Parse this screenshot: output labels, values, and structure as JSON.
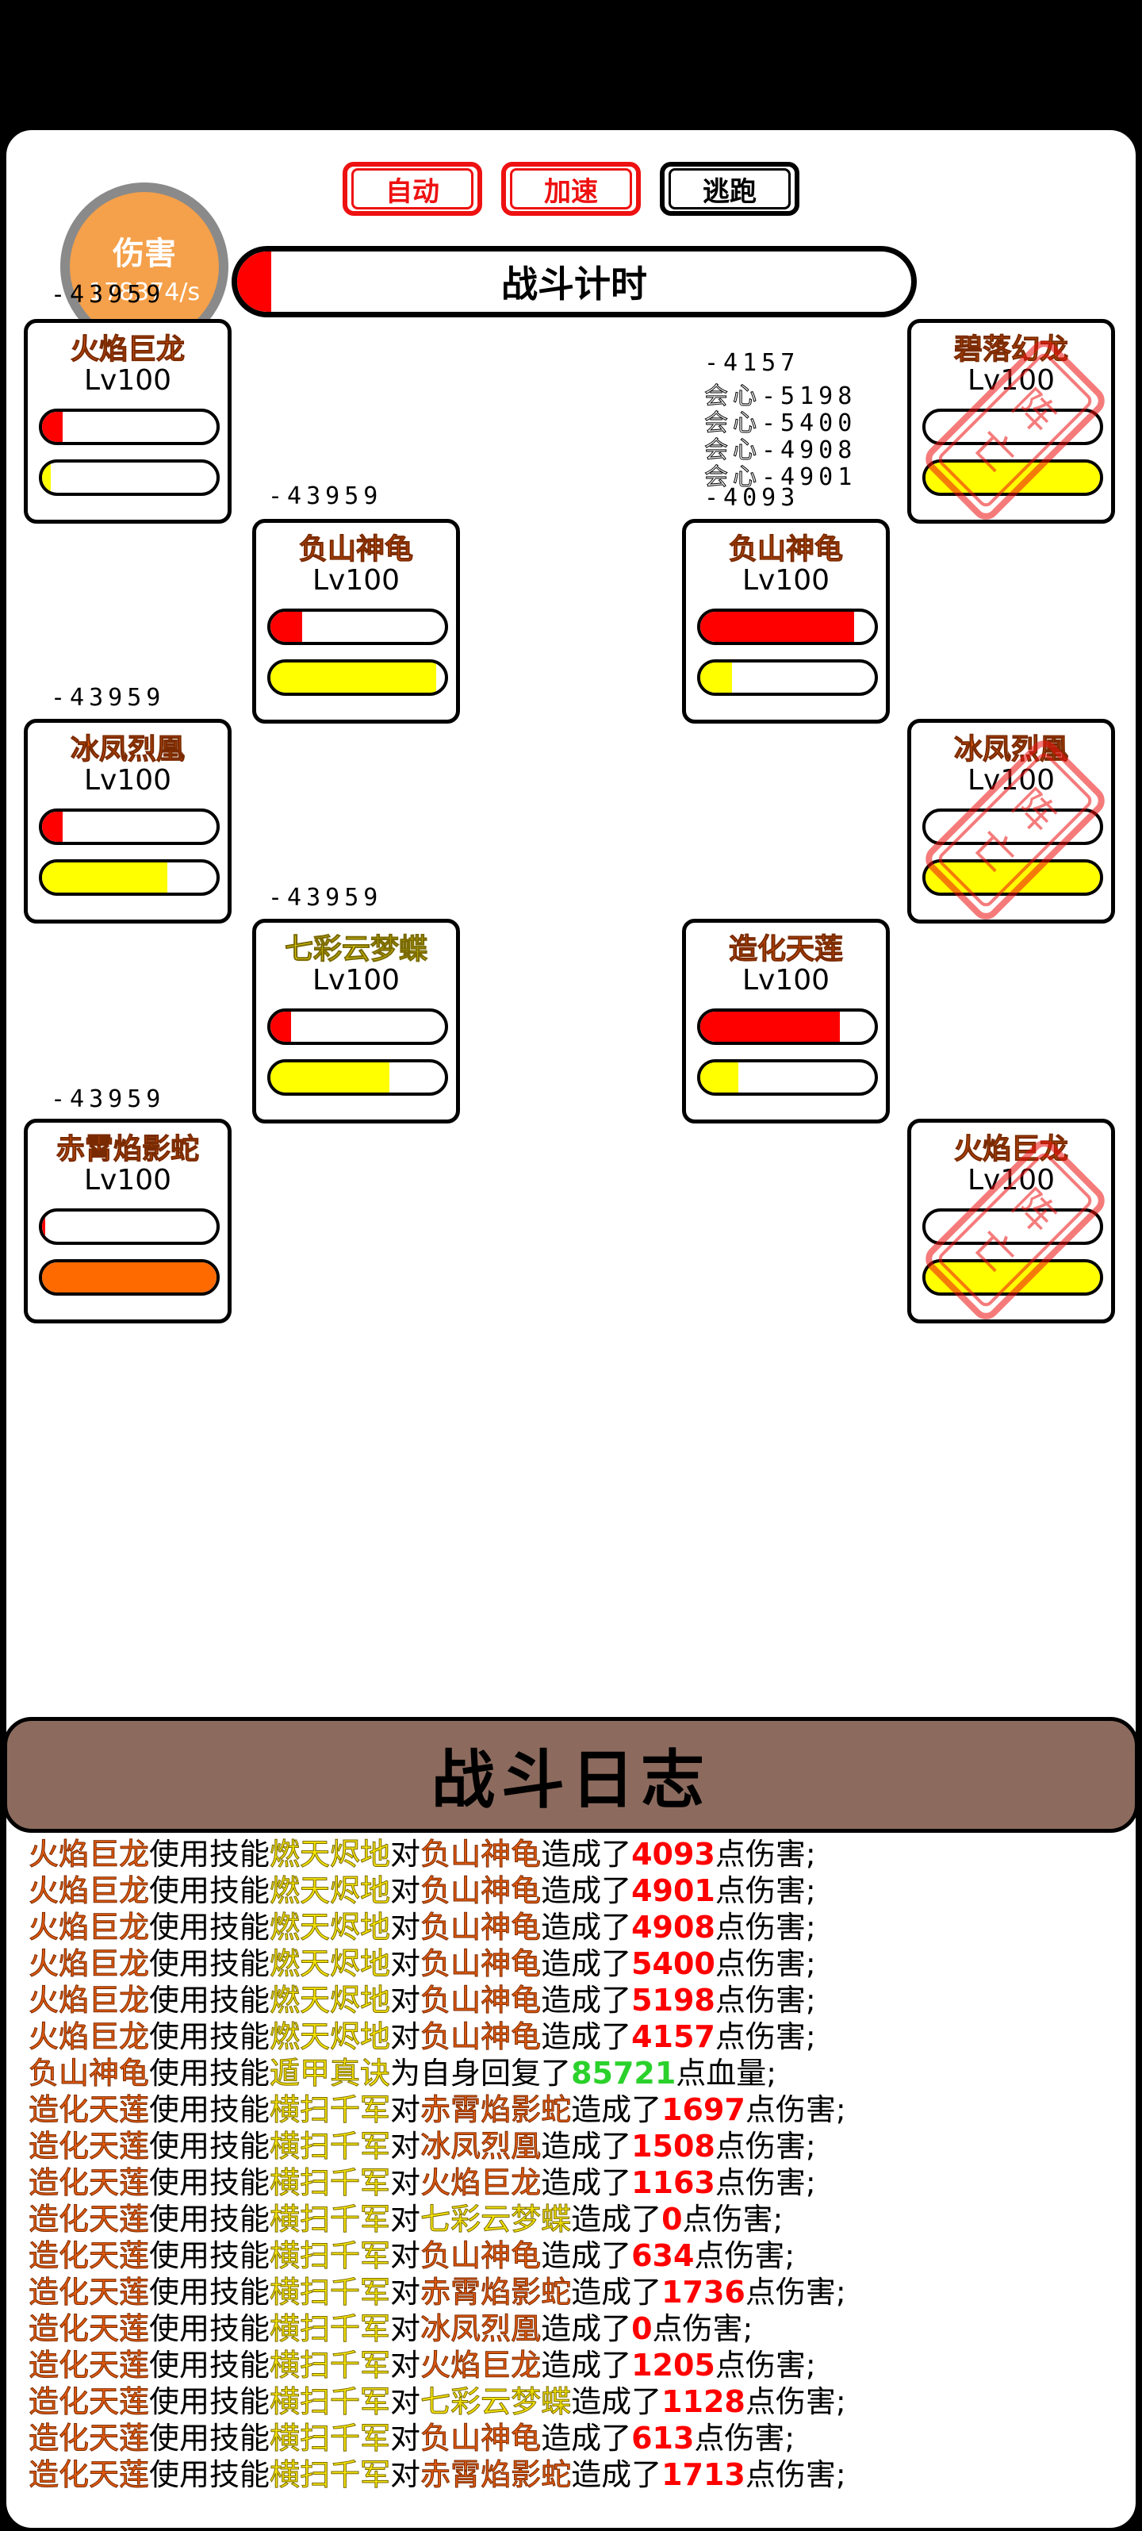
{
  "controls": {
    "auto": "自动",
    "speed": "加速",
    "flee": "逃跑"
  },
  "timer": {
    "label": "战斗计时",
    "progress": 0.05
  },
  "damage": {
    "title": "伤害",
    "rate": "178374/s"
  },
  "stamp_char": "阵亡",
  "left_team": [
    {
      "name": "火焰巨龙",
      "level": "Lv100",
      "hp": 0.12,
      "energy": 0.05,
      "float": "-43959",
      "name_color": "orange"
    },
    {
      "name": "负山神龟",
      "level": "Lv100",
      "hp": 0.18,
      "energy": 0.95,
      "float": "-43959",
      "name_color": "orange"
    },
    {
      "name": "冰凤烈凰",
      "level": "Lv100",
      "hp": 0.12,
      "energy": 0.72,
      "float": "-43959",
      "name_color": "orange"
    },
    {
      "name": "七彩云梦蝶",
      "level": "Lv100",
      "hp": 0.12,
      "energy": 0.68,
      "float": "-43959",
      "name_color": "yellow"
    },
    {
      "name": "赤霄焰影蛇",
      "level": "Lv100",
      "hp": 0.02,
      "energy": 1.0,
      "float": "-43959",
      "name_color": "orange",
      "energy_color": "orange"
    }
  ],
  "right_team": [
    {
      "name": "碧落幻龙",
      "level": "Lv100",
      "hp": 0.0,
      "energy": 1.0,
      "dead": true,
      "name_color": "orange"
    },
    {
      "name": "负山神龟",
      "level": "Lv100",
      "hp": 0.88,
      "energy": 0.18,
      "dead": false,
      "name_color": "orange"
    },
    {
      "name": "冰凤烈凰",
      "level": "Lv100",
      "hp": 0.0,
      "energy": 1.0,
      "dead": true,
      "name_color": "orange"
    },
    {
      "name": "造化天莲",
      "level": "Lv100",
      "hp": 0.8,
      "energy": 0.22,
      "dead": false,
      "name_color": "orange"
    },
    {
      "name": "火焰巨龙",
      "level": "Lv100",
      "hp": 0.0,
      "energy": 1.0,
      "dead": true,
      "name_color": "orange"
    }
  ],
  "floating_numbers": {
    "plain_top": "-4157",
    "crits": [
      {
        "label": "会心",
        "value": "-5198"
      },
      {
        "label": "会心",
        "value": "-5400"
      },
      {
        "label": "会心",
        "value": "-4908"
      },
      {
        "label": "会心",
        "value": "-4901"
      }
    ],
    "plain_bottom": "-4093"
  },
  "log_title": "战斗日志",
  "log_words": {
    "use": "使用技能",
    "to": "对",
    "cause": "造成了",
    "dmg": "点伤害;",
    "heal_self": "为自身回复了",
    "hp_unit": "点血量;"
  },
  "log": [
    {
      "actor": "火焰巨龙",
      "actor_color": "orange",
      "skill": "燃天烬地",
      "target": "负山神龟",
      "target_color": "orange",
      "value": "4093"
    },
    {
      "actor": "火焰巨龙",
      "actor_color": "orange",
      "skill": "燃天烬地",
      "target": "负山神龟",
      "target_color": "orange",
      "value": "4901"
    },
    {
      "actor": "火焰巨龙",
      "actor_color": "orange",
      "skill": "燃天烬地",
      "target": "负山神龟",
      "target_color": "orange",
      "value": "4908"
    },
    {
      "actor": "火焰巨龙",
      "actor_color": "orange",
      "skill": "燃天烬地",
      "target": "负山神龟",
      "target_color": "orange",
      "value": "5400"
    },
    {
      "actor": "火焰巨龙",
      "actor_color": "orange",
      "skill": "燃天烬地",
      "target": "负山神龟",
      "target_color": "orange",
      "value": "5198"
    },
    {
      "actor": "火焰巨龙",
      "actor_color": "orange",
      "skill": "燃天烬地",
      "target": "负山神龟",
      "target_color": "orange",
      "value": "4157"
    },
    {
      "actor": "负山神龟",
      "actor_color": "orange",
      "skill": "遁甲真诀",
      "heal": true,
      "value": "85721"
    },
    {
      "actor": "造化天莲",
      "actor_color": "orange",
      "skill": "横扫千军",
      "target": "赤霄焰影蛇",
      "target_color": "orange",
      "value": "1697"
    },
    {
      "actor": "造化天莲",
      "actor_color": "orange",
      "skill": "横扫千军",
      "target": "冰凤烈凰",
      "target_color": "orange",
      "value": "1508"
    },
    {
      "actor": "造化天莲",
      "actor_color": "orange",
      "skill": "横扫千军",
      "target": "火焰巨龙",
      "target_color": "orange",
      "value": "1163"
    },
    {
      "actor": "造化天莲",
      "actor_color": "orange",
      "skill": "横扫千军",
      "target": "七彩云梦蝶",
      "target_color": "yellow",
      "value": "0"
    },
    {
      "actor": "造化天莲",
      "actor_color": "orange",
      "skill": "横扫千军",
      "target": "负山神龟",
      "target_color": "orange",
      "value": "634"
    },
    {
      "actor": "造化天莲",
      "actor_color": "orange",
      "skill": "横扫千军",
      "target": "赤霄焰影蛇",
      "target_color": "orange",
      "value": "1736"
    },
    {
      "actor": "造化天莲",
      "actor_color": "orange",
      "skill": "横扫千军",
      "target": "冰凤烈凰",
      "target_color": "orange",
      "value": "0"
    },
    {
      "actor": "造化天莲",
      "actor_color": "orange",
      "skill": "横扫千军",
      "target": "火焰巨龙",
      "target_color": "orange",
      "value": "1205"
    },
    {
      "actor": "造化天莲",
      "actor_color": "orange",
      "skill": "横扫千军",
      "target": "七彩云梦蝶",
      "target_color": "yellow",
      "value": "1128"
    },
    {
      "actor": "造化天莲",
      "actor_color": "orange",
      "skill": "横扫千军",
      "target": "负山神龟",
      "target_color": "orange",
      "value": "613"
    },
    {
      "actor": "造化天莲",
      "actor_color": "orange",
      "skill": "横扫千军",
      "target": "赤霄焰影蛇",
      "target_color": "orange",
      "value": "1713"
    }
  ],
  "colors": {
    "hp": "#ff0000",
    "energy": "#ffff00",
    "energy_alt": "#ff6a00",
    "log_header": "#8c6b5e",
    "badge": "#f5a04a",
    "damage_value": "#ff0000",
    "heal_value": "#2bd12b"
  }
}
